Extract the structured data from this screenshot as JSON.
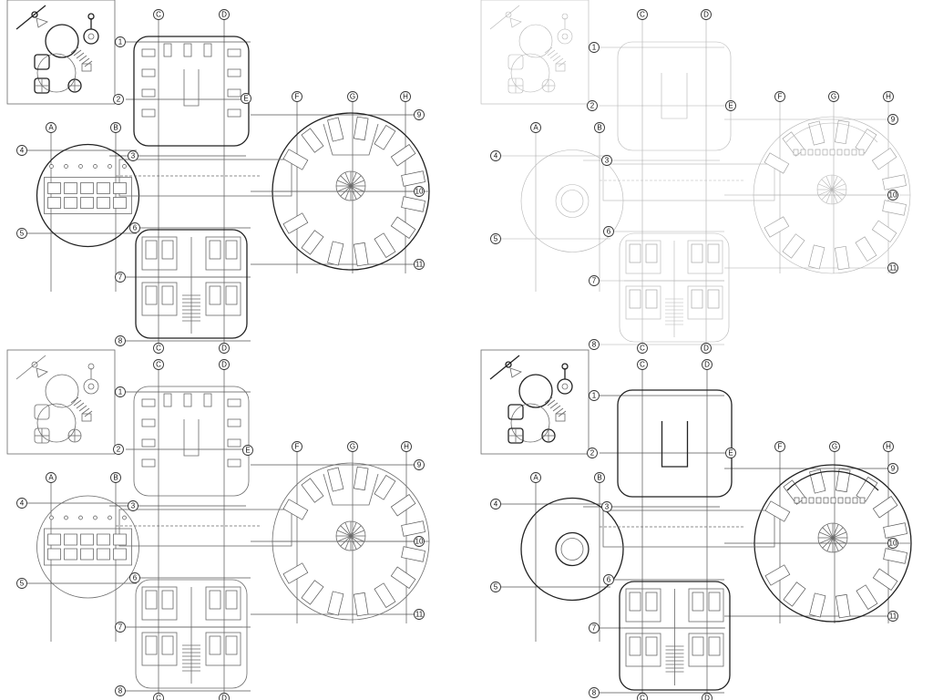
{
  "drawing": {
    "panels": [
      {
        "id": "top-left",
        "style": "dark",
        "grid_labels": {
          "verticals": [
            "A",
            "B",
            "C",
            "D",
            "F",
            "G",
            "H"
          ],
          "horizontals": [
            "1",
            "2",
            "3",
            "4",
            "5",
            "6",
            "7",
            "8",
            "9",
            "10",
            "11"
          ],
          "extra": [
            "E"
          ]
        }
      },
      {
        "id": "top-right",
        "style": "light",
        "grid_labels": {
          "verticals": [
            "A",
            "B",
            "C",
            "D",
            "F",
            "G",
            "H"
          ],
          "horizontals": [
            "1",
            "2",
            "3",
            "4",
            "5",
            "6",
            "7",
            "8",
            "9",
            "10",
            "11"
          ],
          "extra": [
            "E"
          ]
        }
      },
      {
        "id": "bottom-left",
        "style": "medium",
        "grid_labels": {
          "verticals": [
            "A",
            "B",
            "C",
            "D",
            "F",
            "G",
            "H"
          ],
          "horizontals": [
            "1",
            "2",
            "3",
            "4",
            "5",
            "6",
            "7",
            "8",
            "9",
            "10",
            "11"
          ],
          "extra": [
            "E"
          ]
        }
      },
      {
        "id": "bottom-right",
        "style": "dark",
        "grid_labels": {
          "verticals": [
            "A",
            "B",
            "C",
            "D",
            "F",
            "G",
            "H"
          ],
          "horizontals": [
            "1",
            "2",
            "3",
            "4",
            "5",
            "6",
            "7",
            "8",
            "9",
            "10",
            "11"
          ],
          "extra": [
            "E"
          ]
        }
      }
    ]
  }
}
